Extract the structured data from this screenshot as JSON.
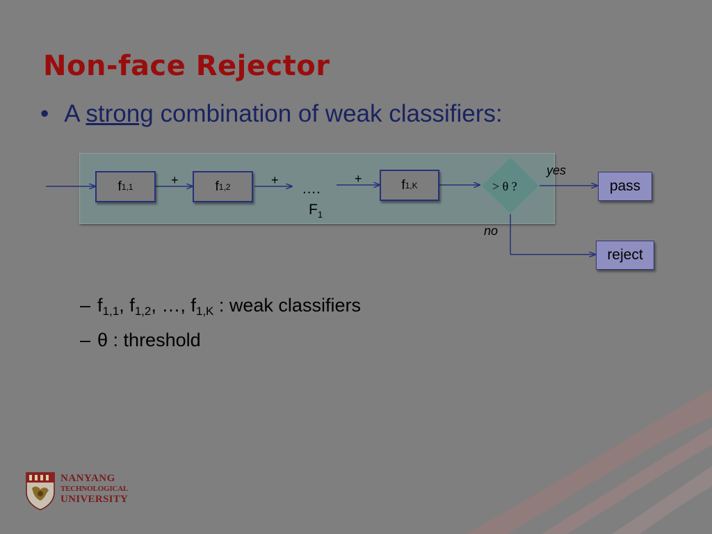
{
  "slide": {
    "title": "Non-face Rejector",
    "bullet": {
      "marker": "•",
      "prefix": "A",
      "emphasis": "strong",
      "suffix": "combination of weak classifiers:"
    }
  },
  "diagram": {
    "nodes": [
      {
        "base": "f",
        "sub": "1,1"
      },
      {
        "base": "f",
        "sub": "1,2"
      },
      {
        "base": "f",
        "sub": "1,K"
      }
    ],
    "plus": "+",
    "ellipsis": "….",
    "sum_label": {
      "base": "F",
      "sub": "1"
    },
    "decision": "> θ ?",
    "yes_label": "yes",
    "no_label": "no",
    "pass_label": "pass",
    "reject_label": "reject"
  },
  "legend": [
    {
      "dash": "–",
      "f": "f",
      "s1": "1,1",
      "sep1": ", f",
      "s2": "1,2",
      "sep2": ", …, f",
      "s3": "1,K",
      "desc": " : weak classifiers"
    },
    {
      "dash": "–",
      "text": "θ : threshold"
    }
  ],
  "logo": {
    "line1": "NANYANG",
    "line2": "TECHNOLOGICAL",
    "line3": "UNIVERSITY"
  },
  "colors": {
    "background": "#7f7f7f",
    "title": "#9a0d0d",
    "bullet_text": "#1a2360",
    "box_border": "#27307a",
    "output_box": "#8e8fc0",
    "diamond": "#5f8a86"
  }
}
